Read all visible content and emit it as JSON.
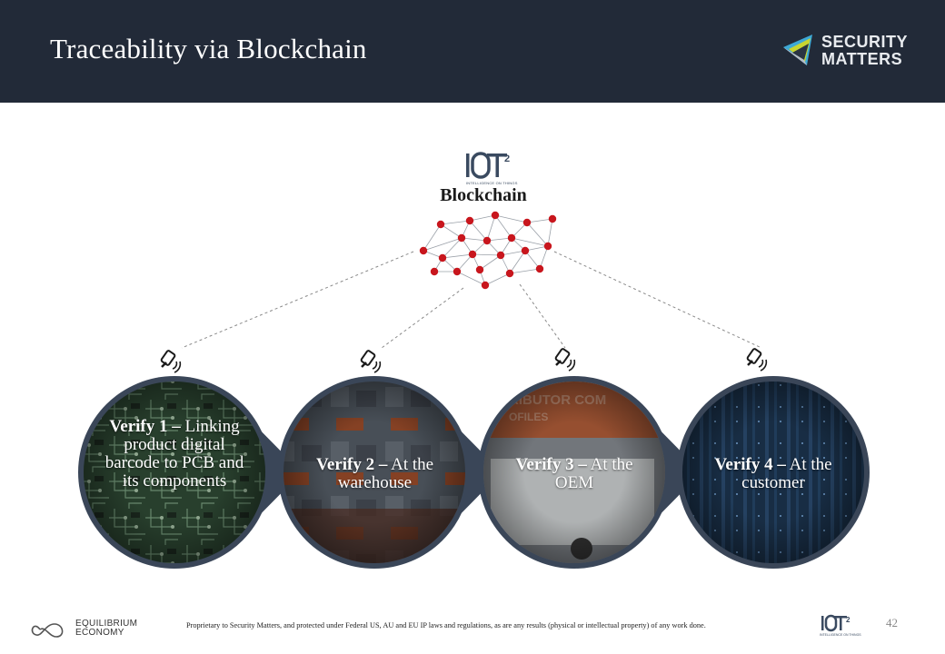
{
  "slide": {
    "title": "Traceability via Blockchain",
    "page_number": "42"
  },
  "brand": {
    "security_matters_line1": "SECURITY",
    "security_matters_line2": "MATTERS",
    "iot_top_mark": "IOT²",
    "iot_tagline": "INTELLIGENCE ON THINGS",
    "equilibrium_line1": "EQUILIBRIUM",
    "equilibrium_line2": "ECONOMY"
  },
  "network": {
    "label": "Blockchain"
  },
  "steps": [
    {
      "bold": "Verify 1 –",
      "text": "Linking product digital barcode to PCB and its components"
    },
    {
      "bold": "Verify 2 –",
      "text": "At the warehouse"
    },
    {
      "bold": "Verify 3 –",
      "text": "At the OEM"
    },
    {
      "bold": "Verify 4 –",
      "text": "At the customer"
    }
  ],
  "footer": {
    "legal": "Proprietary to Security Matters, and protected under Federal US, AU and EU IP laws and regulations, as are any results (physical or intellectual property) of any work done."
  },
  "colors": {
    "header_bg": "#222a38",
    "circle_ring": "#3a4658",
    "node_red": "#c8161d"
  }
}
